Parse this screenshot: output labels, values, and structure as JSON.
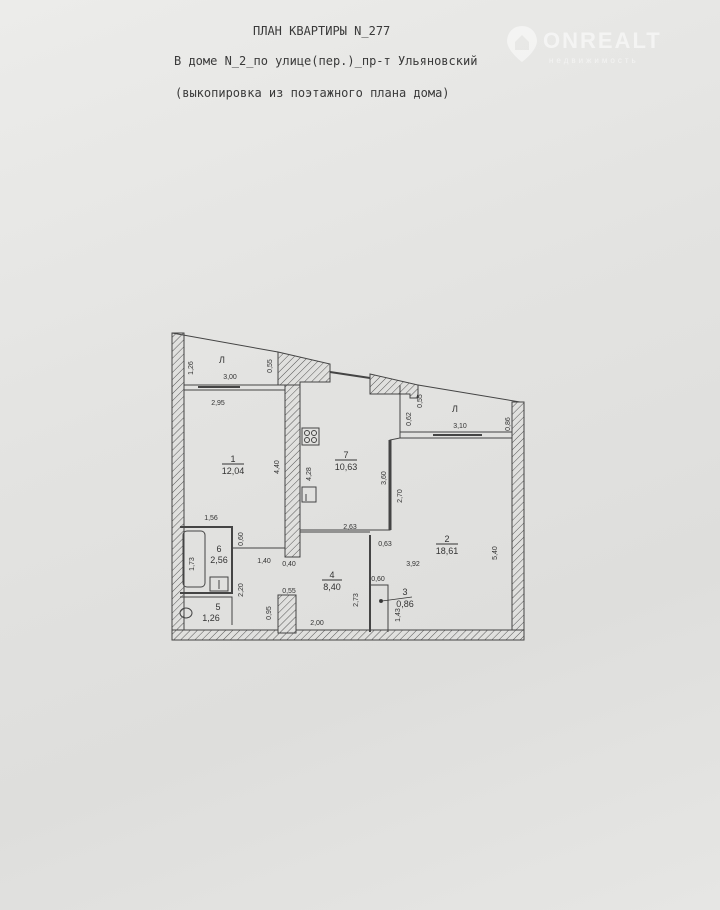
{
  "document": {
    "title": "ПЛАН КВАРТИРЫ N_277",
    "address": "В доме N_2_по улице(пер.)_пр-т Ульяновский",
    "note": "(выкопировка из поэтажного плана дома)"
  },
  "watermark": {
    "brand": "ONREALT",
    "subtitle": "недвижимость"
  },
  "rooms": [
    {
      "number": "1",
      "area": "12,04"
    },
    {
      "number": "2",
      "area": "18,61"
    },
    {
      "number": "3",
      "area": "0,86"
    },
    {
      "number": "4",
      "area": "8,40"
    },
    {
      "number": "5",
      "area": "1,26"
    },
    {
      "number": "6",
      "area": "2,56"
    },
    {
      "number": "7",
      "area": "10,63"
    }
  ],
  "balconies": [
    {
      "label": "Л"
    },
    {
      "label": "Л"
    }
  ],
  "dimensions": {
    "b1_len": "3,00",
    "b1_w": "1,26",
    "b1_side": "0,55",
    "r1_w": "2,95",
    "r1_h": "4,40",
    "r7_h": "4,28",
    "r7_h2": "3,60",
    "r7_w": "2,63",
    "b2_len": "3,10",
    "b2_a": "0,62",
    "b2_b": "0,55",
    "b2_c": "0,86",
    "r2_a": "2,70",
    "r2_b": "3,92",
    "r2_h": "5,40",
    "r2_c": "0,63",
    "r4_h": "2,73",
    "r4_w": "2,00",
    "r4_a": "0,60",
    "r3_h": "1,43",
    "r6_w": "1,56",
    "r6_h": "1,73",
    "r6_a": "0,60",
    "r6_b": "2,20",
    "hall_a": "1,40",
    "hall_b": "0,40",
    "hall_c": "0,55",
    "hall_d": "0,95"
  }
}
